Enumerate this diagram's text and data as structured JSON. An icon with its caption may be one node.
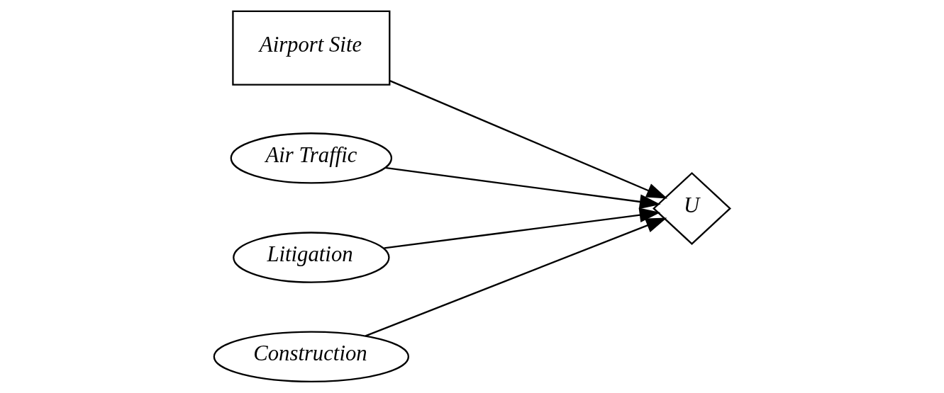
{
  "diagram": {
    "nodes": [
      {
        "text": [
          "Airport Site"
        ]
      },
      {
        "text": [
          "Air Traffic"
        ]
      },
      {
        "text": [
          "Litigation"
        ]
      },
      {
        "text": [
          "Construction"
        ]
      },
      {
        "text": [
          "U"
        ]
      }
    ],
    "edges": [
      {
        "from": 0,
        "to": 4,
        "arrow": "to"
      },
      {
        "from": 1,
        "to": 4,
        "arrow": "to"
      },
      {
        "from": 2,
        "to": 4,
        "arrow": "to"
      },
      {
        "from": 3,
        "to": 4,
        "arrow": "to"
      }
    ]
  }
}
